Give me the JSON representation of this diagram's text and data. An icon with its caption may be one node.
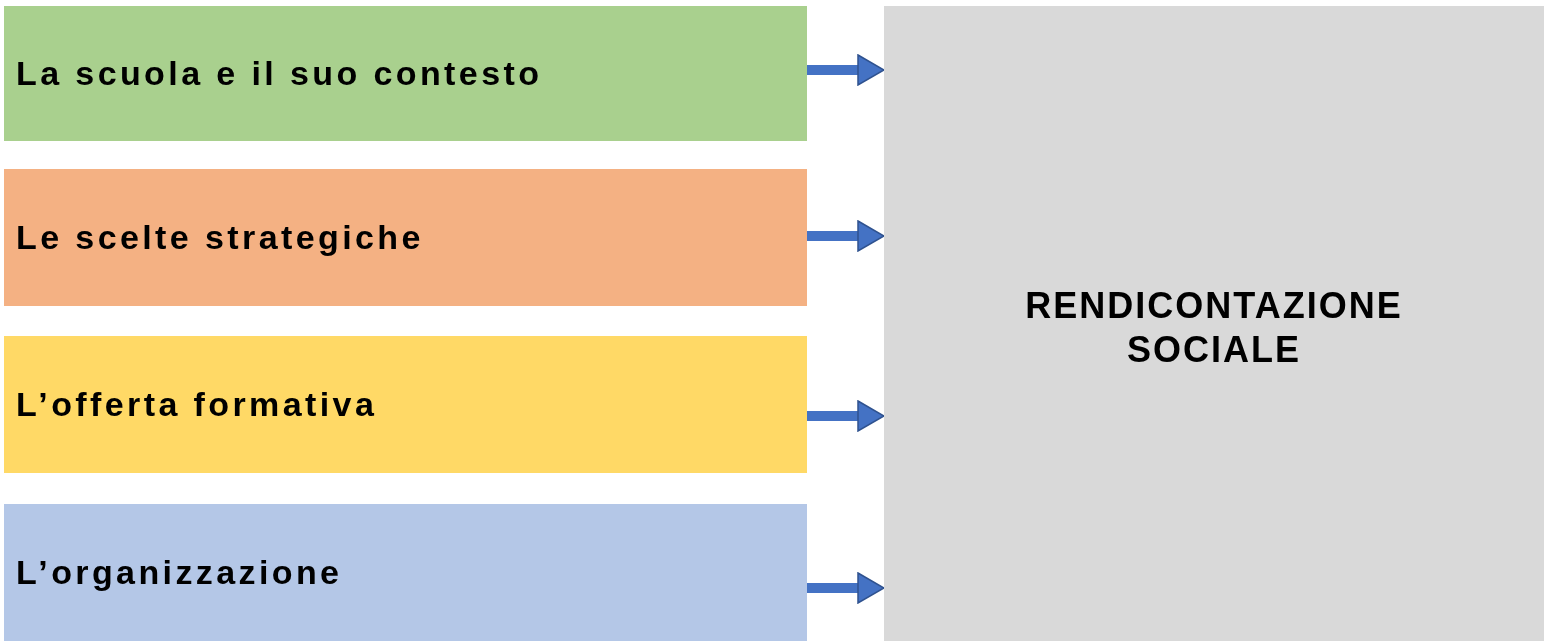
{
  "diagram": {
    "nodes": [
      {
        "text": [
          "La scuola e il suo contesto"
        ]
      },
      {
        "text": [
          "Le scelte strategiche"
        ]
      },
      {
        "text": [
          "L’offerta formativa"
        ]
      },
      {
        "text": [
          "L’organizzazione"
        ]
      },
      {
        "text": [
          "RENDICONTAZIONE SOCIALE"
        ]
      }
    ],
    "edges": [
      {
        "from": 0,
        "to": 4,
        "arrow": "to"
      },
      {
        "from": 1,
        "to": 4,
        "arrow": "to"
      },
      {
        "from": 2,
        "to": 4,
        "arrow": "to"
      },
      {
        "from": 3,
        "to": 4,
        "arrow": "to"
      }
    ]
  }
}
